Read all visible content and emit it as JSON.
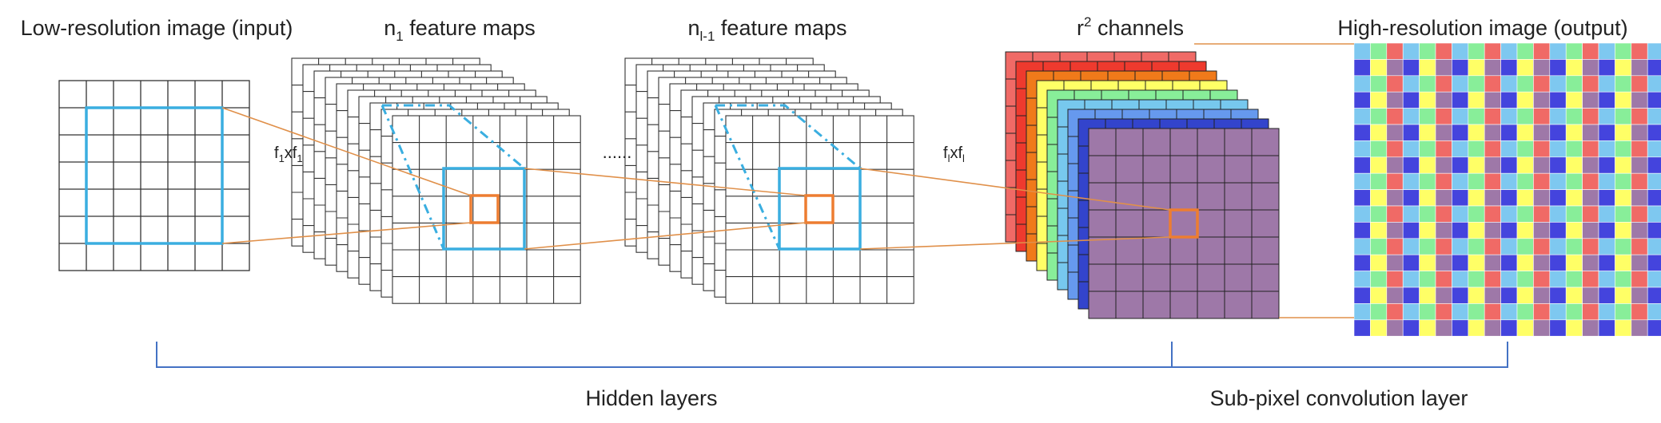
{
  "labels": {
    "lr_title": "Low-resolution image (input)",
    "n1_base": "n",
    "n1_sub": "1",
    "n1_rest": " feature maps",
    "nl_base": "n",
    "nl_sub": "l-1",
    "nl_rest": " feature maps",
    "r2_base": "r",
    "r2_sup": "2",
    "r2_rest": " channels",
    "hr_title": "High-resolution image (output)",
    "f1_a": "f",
    "f1_s1": "1",
    "f1_x": "xf",
    "f1_s2": "1",
    "fl_a": "f",
    "fl_s1": "l",
    "fl_x": "xf",
    "fl_s2": "l",
    "ellipsis": "......",
    "hidden": "Hidden layers",
    "subpixel": "Sub-pixel convolution layer"
  },
  "colors": {
    "grid": "#333333",
    "filter_blue": "#3aaee0",
    "patch_orange": "#ed7d31",
    "connector": "#e0904a",
    "bracket": "#4472c4",
    "channels": [
      "#f06a66",
      "#ee3a2e",
      "#f07a1a",
      "#ffff66",
      "#88ee99",
      "#77c8ee",
      "#6699ee",
      "#3344cc",
      "#9e78a8"
    ],
    "hr_tile": [
      "#7ec8f0",
      "#88ee99",
      "#f06a66",
      "#4444dd",
      "#ffff66",
      "#9e78a8"
    ]
  }
}
